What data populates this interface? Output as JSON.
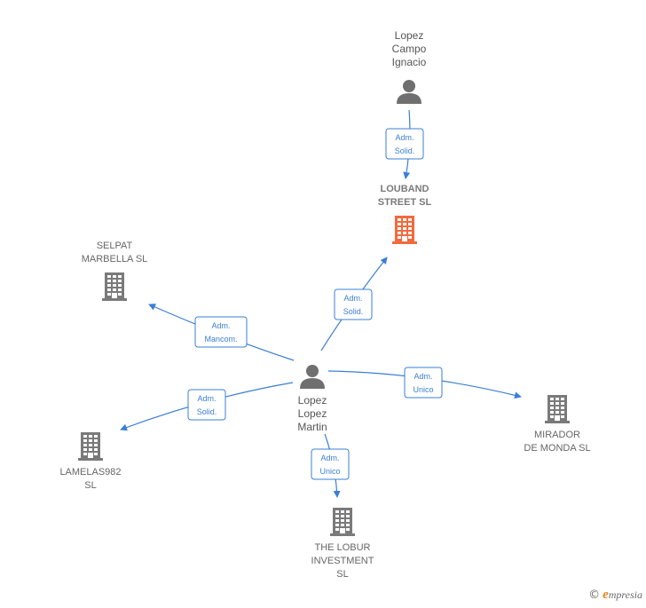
{
  "colors": {
    "edge": "#3a7fd5",
    "company": "#7a7a7a",
    "highlight": "#f26a3d",
    "person": "#6f6f6f"
  },
  "nodes": [
    {
      "id": "lopez-campo",
      "kind": "person",
      "label": [
        "Lopez",
        "Campo",
        "Ignacio"
      ]
    },
    {
      "id": "louband",
      "kind": "company",
      "highlight": true,
      "label": [
        "LOUBAND",
        "STREET SL"
      ]
    },
    {
      "id": "selpat",
      "kind": "company",
      "label": [
        "SELPAT",
        "MARBELLA SL"
      ]
    },
    {
      "id": "lopez-lopez",
      "kind": "person",
      "label": [
        "Lopez",
        "Lopez",
        "Martin"
      ]
    },
    {
      "id": "mirador",
      "kind": "company",
      "label": [
        "MIRADOR",
        "DE MONDA SL"
      ]
    },
    {
      "id": "lamelas",
      "kind": "company",
      "label": [
        "LAMELAS982",
        "SL"
      ]
    },
    {
      "id": "lobur",
      "kind": "company",
      "label": [
        "THE LOBUR",
        "INVESTMENT",
        "SL"
      ]
    }
  ],
  "edges": [
    {
      "from": "lopez-campo",
      "to": "louband",
      "label": [
        "Adm.",
        "Solid."
      ]
    },
    {
      "from": "lopez-lopez",
      "to": "louband",
      "label": [
        "Adm.",
        "Solid."
      ]
    },
    {
      "from": "lopez-lopez",
      "to": "selpat",
      "label": [
        "Adm.",
        "Mancom."
      ]
    },
    {
      "from": "lopez-lopez",
      "to": "mirador",
      "label": [
        "Adm.",
        "Unico"
      ]
    },
    {
      "from": "lopez-lopez",
      "to": "lamelas",
      "label": [
        "Adm.",
        "Solid."
      ]
    },
    {
      "from": "lopez-lopez",
      "to": "lobur",
      "label": [
        "Adm.",
        "Unico"
      ]
    }
  ],
  "brand": {
    "copyright": "©",
    "initial": "e",
    "name": "mpresia"
  }
}
